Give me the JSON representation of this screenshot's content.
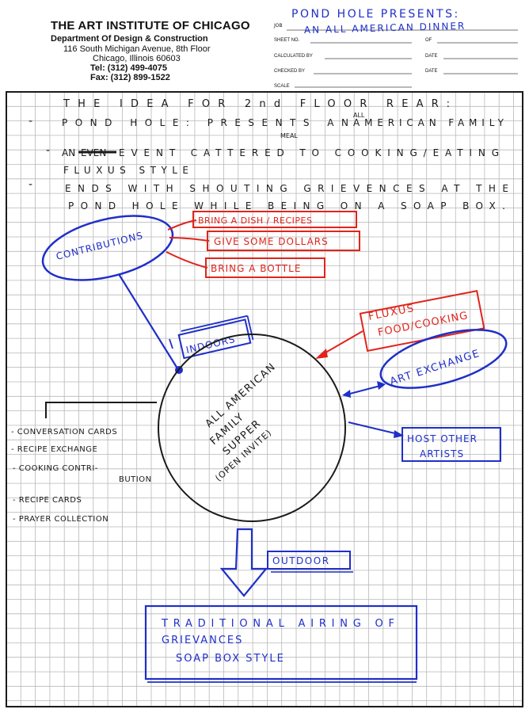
{
  "header": {
    "institution": "THE ART INSTITUTE OF CHICAGO",
    "department": "Department Of Design & Construction",
    "address": "116 South Michigan Avenue, 8th Floor",
    "city": "Chicago, Illinois 60603",
    "tel": "Tel: (312) 499-4075",
    "fax": "Fax: (312) 899-1522"
  },
  "form": {
    "job_label": "JOB",
    "sheet_label": "SHEET NO.",
    "of_label": "OF",
    "calculated_label": "CALCULATED BY",
    "checked_label": "CHECKED BY",
    "date_label": "DATE",
    "scale_label": "SCALE",
    "job_value_line1": "POND HOLE PRESENTS:",
    "job_value_line2": "AN ALL AMERICAN DINNER"
  },
  "colors": {
    "ink_black": "#1a1a1a",
    "ink_blue": "#1f2fc8",
    "ink_red": "#e0241c",
    "grid": "#b8b8b8"
  },
  "notes": {
    "line1": "THE IDEA FOR 2nd FLOOR REAR:",
    "line2_dash": "-",
    "line2_a": "POND HOLE: PRESENTS AN",
    "line2_insert_all": "ALL",
    "line2_b": "AMERICAN FAMILY",
    "line2_insert_meal": "MEAL",
    "line3_dash": "-",
    "line3_a": "AN",
    "line3_struck": "EVEN",
    "line3_b": "EVENT CATTERED TO COOKING/EATING",
    "line4": "FLUXUS STYLE",
    "line5_dash": "-",
    "line5": "ENDS WITH SHOUTING GRIEVENCES AT THE",
    "line6": "POND HOLE WHILE BEING ON A SOAP BOX."
  },
  "contributions": {
    "label": "CONTRIBUTIONS",
    "items": [
      "BRING A DISH / RECIPES",
      "GIVE SOME DOLLARS",
      "BRING A BOTTLE"
    ]
  },
  "indoors": "INDOORS",
  "fluxus": {
    "line1": "FLUXUS",
    "line2": "FOOD/COOKING"
  },
  "art_exchange": "ART EXCHANGE",
  "host": {
    "line1": "HOST OTHER",
    "line2": "ARTISTS"
  },
  "circle": {
    "line1": "ALL AMERICAN",
    "line2": "FAMILY",
    "line3": "SUPPER",
    "line4": "(OPEN INVITE)"
  },
  "side_list": [
    "- CONVERSATION CARDS",
    "- RECIPE EXCHANGE",
    "- COOKING CONTRI-",
    "BUTION",
    "- RECIPE CARDS",
    "- PRAYER COLLECTION"
  ],
  "outdoor": "OUTDOOR",
  "final_box": {
    "line1": "TRADITIONAL AIRING OF",
    "line2": "GRIEVANCES",
    "line3": "SOAP BOX STYLE"
  }
}
